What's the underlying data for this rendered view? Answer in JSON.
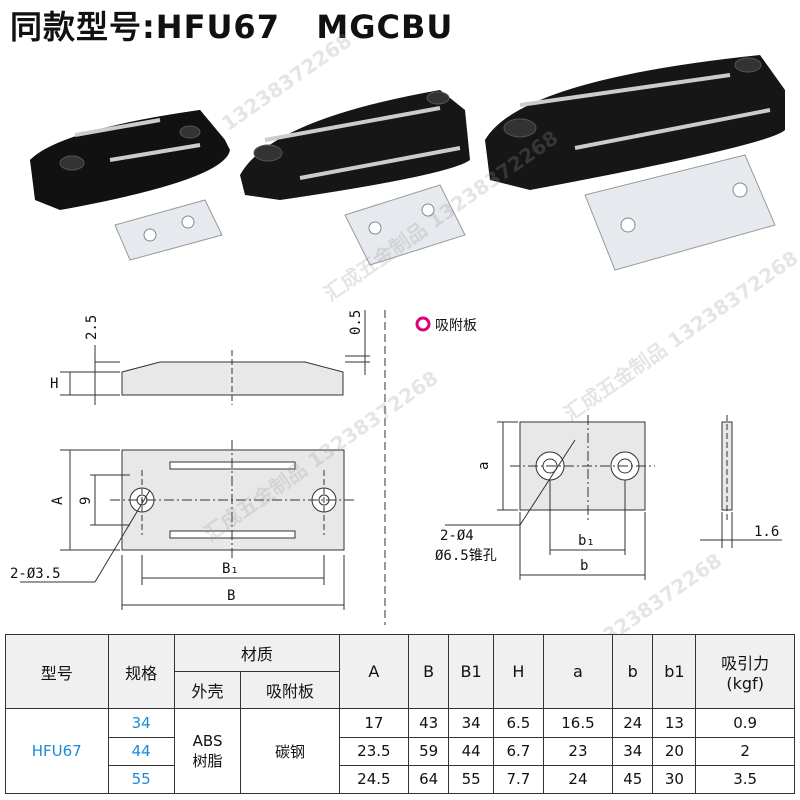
{
  "title": "同款型号:HFU67   MGCBU",
  "watermark": [
    "汇成五金制品 13238372268",
    "13238372268"
  ],
  "drawing": {
    "dim_2_5": "2.5",
    "dim_0_5": "0.5",
    "dim_H": "H",
    "dim_A": "A",
    "dim_9": "9",
    "dim_B1": "B₁",
    "dim_B": "B",
    "hole_main": "2-Ø3.5",
    "legend_label": "吸附板",
    "dim_a": "a",
    "hole_plate": "2-Ø4",
    "hole_plate_sub": "Ø6.5锥孔",
    "dim_b1": "b₁",
    "dim_b": "b",
    "dim_1_6": "1.6"
  },
  "table": {
    "headers": {
      "model": "型号",
      "spec": "规格",
      "material": "材质",
      "shell": "外壳",
      "plate": "吸附板",
      "A": "A",
      "B": "B",
      "B1": "B1",
      "H": "H",
      "a": "a",
      "b": "b",
      "b1": "b1",
      "force": "吸引力",
      "force_unit": "(kgf)"
    },
    "model": "HFU67",
    "shell_material_1": "ABS",
    "shell_material_2": "树脂",
    "plate_material": "碳钢",
    "rows": [
      {
        "spec": "34",
        "A": "17",
        "B": "43",
        "B1": "34",
        "H": "6.5",
        "a": "16.5",
        "b": "24",
        "b1": "13",
        "force": "0.9"
      },
      {
        "spec": "44",
        "A": "23.5",
        "B": "59",
        "B1": "44",
        "H": "6.7",
        "a": "23",
        "b": "34",
        "b1": "20",
        "force": "2"
      },
      {
        "spec": "55",
        "A": "24.5",
        "B": "64",
        "B1": "55",
        "H": "7.7",
        "a": "24",
        "b": "45",
        "b1": "30",
        "force": "3.5"
      }
    ]
  }
}
